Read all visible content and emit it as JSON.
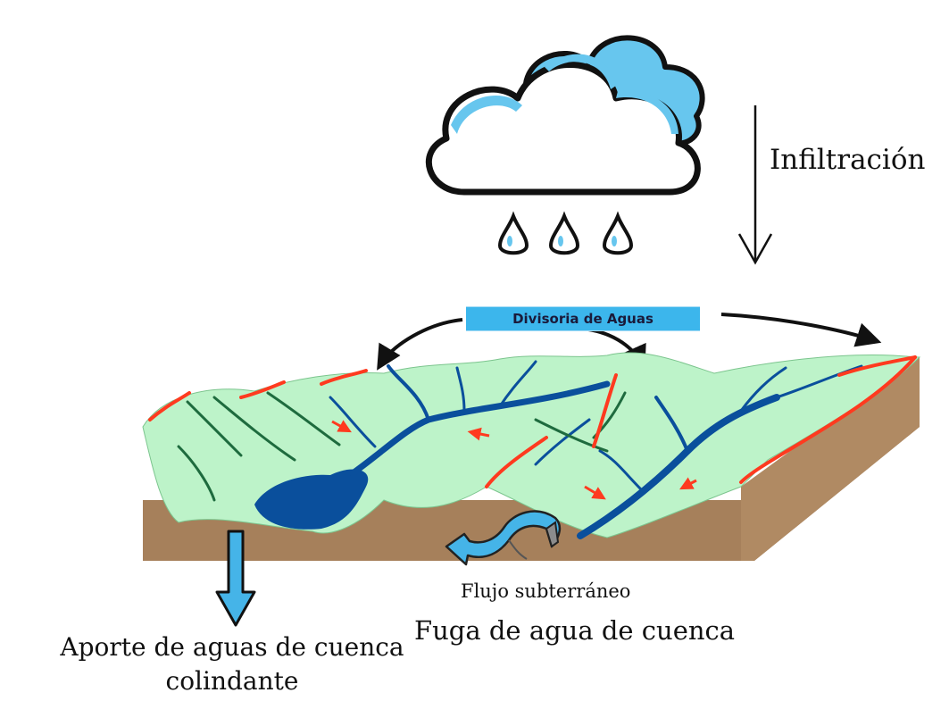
{
  "labels": {
    "infiltration": "Infiltración",
    "water_divide": "Divisoria de Aguas",
    "underground_flow": "Flujo subterráneo",
    "basin_leak": "Fuga de agua de cuenca",
    "neighbor_basin_contribution": "Aporte de aguas de cuenca colindante"
  },
  "colors": {
    "cloud_fill": "#67c6ee",
    "terrain_green": "#bdf3c9",
    "river_blue": "#0a4f9c",
    "ridge_red": "#ff3a1f",
    "soil_brown": "#a6805b",
    "divide_label_bg": "#3cb6ec",
    "flow_arrow_blue": "#45b4e8"
  },
  "icons": [
    "cloud-icon",
    "raindrop-icon",
    "down-arrow-icon",
    "curved-arrow-icon",
    "wavy-arrow-icon"
  ]
}
